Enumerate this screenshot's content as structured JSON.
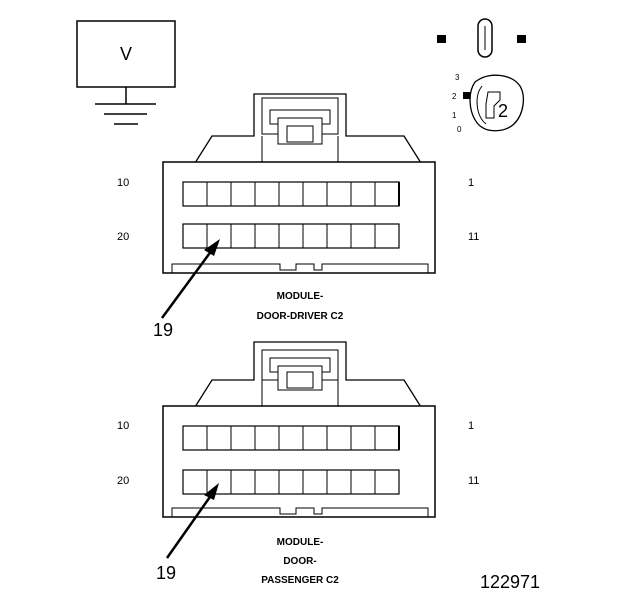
{
  "meter": {
    "symbol": "V"
  },
  "selector": {
    "positions": [
      "3",
      "2",
      "1",
      "0"
    ],
    "setting": "2"
  },
  "connectors": [
    {
      "id": "driver",
      "left_top_pin": "10",
      "right_top_pin": "1",
      "left_bottom_pin": "20",
      "right_bottom_pin": "11",
      "pointer_label": "19",
      "name_lines": [
        "MODULE-",
        "DOOR-DRIVER C2"
      ]
    },
    {
      "id": "passenger",
      "left_top_pin": "10",
      "right_top_pin": "1",
      "left_bottom_pin": "20",
      "right_bottom_pin": "11",
      "pointer_label": "19",
      "name_lines": [
        "MODULE-",
        "DOOR-",
        "PASSENGER C2"
      ]
    }
  ],
  "figure_number": "122971"
}
